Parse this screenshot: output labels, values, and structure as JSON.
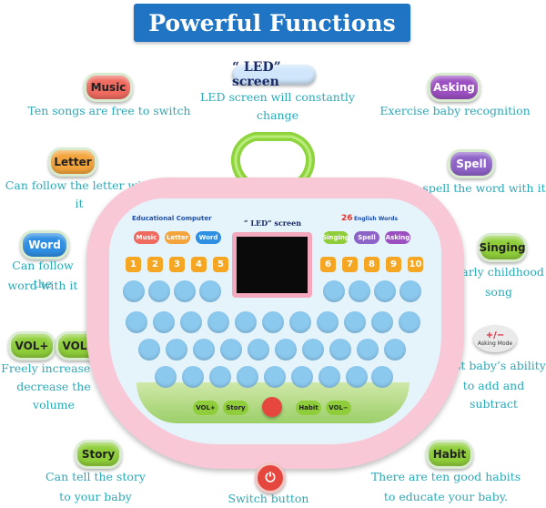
{
  "title": "Powerful Functions",
  "features": {
    "music": {
      "label": "Music",
      "caption": "Ten songs are free to switch"
    },
    "led": {
      "label": "“ LED” screen",
      "caption": "LED screen will constantly change"
    },
    "asking": {
      "label": "Asking",
      "caption": "Exercise baby recognition"
    },
    "letter": {
      "label": "Letter",
      "caption": "Can follow the letter with it"
    },
    "spell": {
      "label": "Spell",
      "caption": "Can spell the word with it"
    },
    "word": {
      "label": "Word",
      "caption_1": "Can follow the",
      "caption_2": "word with it"
    },
    "singing": {
      "label": "Singing",
      "caption_1": "Early childhood",
      "caption_2": "song"
    },
    "vol_plus": {
      "label": "VOL+"
    },
    "vol_minus": {
      "label": "VOL−"
    },
    "volume_caption_1": "Freely increase or",
    "volume_caption_2": "decrease the volume",
    "asking_mode": {
      "label": "+/−",
      "sub": "Asking Mode",
      "caption_1": "Test baby’s ability",
      "caption_2": "to add and subtract"
    },
    "story": {
      "label": "Story",
      "caption_1": "Can tell the story",
      "caption_2": "to your baby"
    },
    "switch": {
      "caption": "Switch button"
    },
    "habit": {
      "label": "Habit",
      "caption_1": "There are ten good habits",
      "caption_2": "to educate your baby."
    }
  },
  "device": {
    "brand": "Educational Computer",
    "led_label": "“ LED” screen",
    "words_label": "English Words",
    "words_count": "26",
    "top_buttons_left": [
      "Music",
      "Letter",
      "Word"
    ],
    "top_buttons_right": [
      "Singing",
      "Spell",
      "Asking"
    ],
    "numbers_left": [
      "1",
      "2",
      "3",
      "4",
      "5"
    ],
    "numbers_right": [
      "6",
      "7",
      "8",
      "9",
      "10"
    ],
    "bottom_buttons": [
      "VOL+",
      "Story",
      "Habit",
      "VOL−"
    ]
  },
  "colors": {
    "banner": "#1f74c4",
    "caption": "#2aa9b8",
    "device": "#f8c8d7",
    "handle": "#8ed43c"
  }
}
